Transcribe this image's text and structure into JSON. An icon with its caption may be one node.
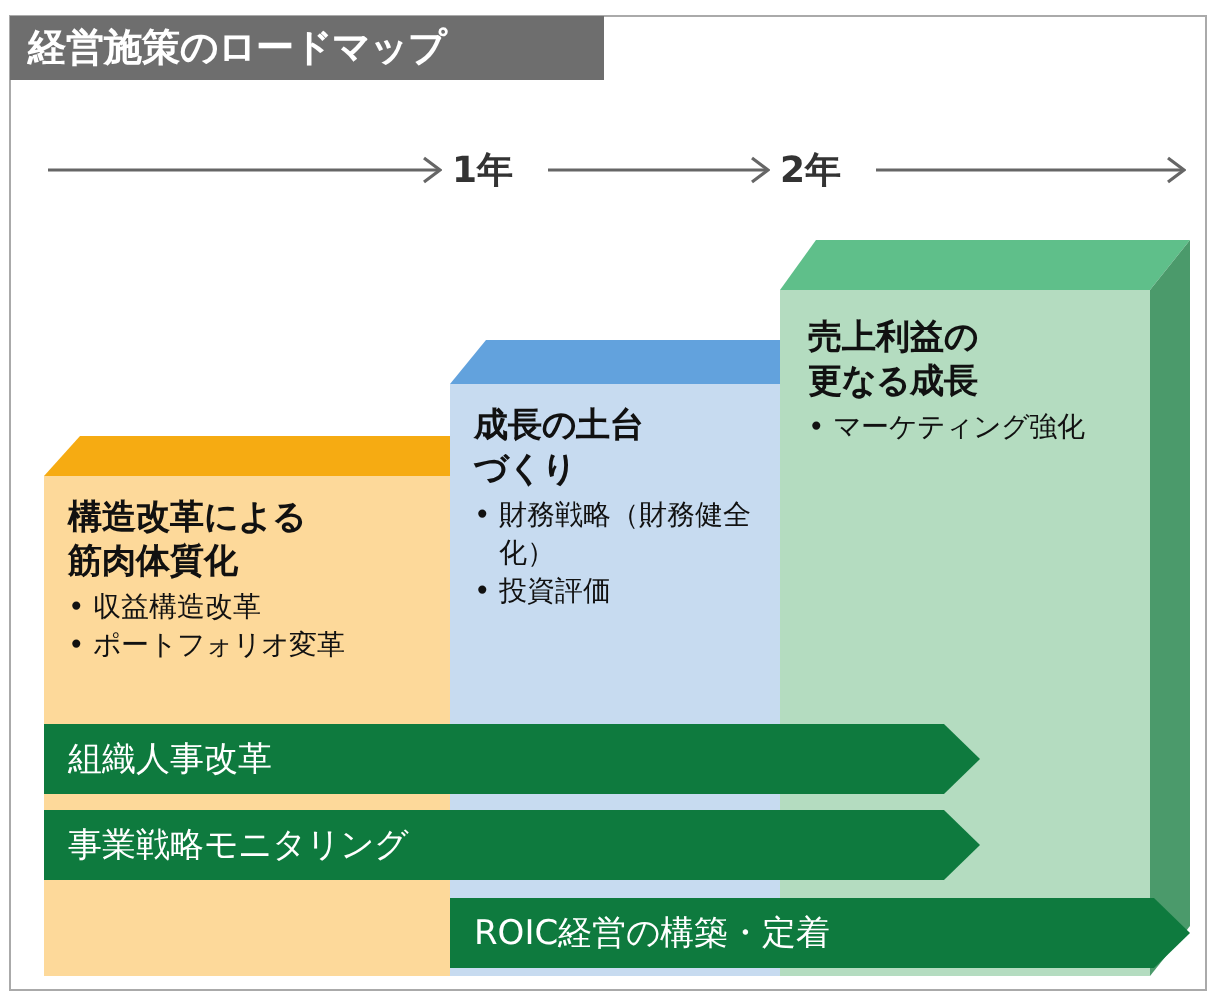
{
  "diagram": {
    "title": "経営施策のロードマップ",
    "nodes": [
      {
        "text": [
          "構造改革による筋肉体質化",
          "• 収益構造改革",
          "• ポートフォリオ変革"
        ]
      },
      {
        "text": [
          "成長の土台づくり",
          "• 財務戦略（財務健全化）",
          "• 投資評価"
        ]
      },
      {
        "text": [
          "売上利益の更なる成長",
          "• マーケティング強化"
        ]
      },
      {
        "text": [
          "組織人事改革"
        ]
      },
      {
        "text": [
          "事業戦略モニタリング"
        ]
      },
      {
        "text": [
          "ROIC経営の構築・定着"
        ]
      },
      {
        "text": [
          "1年"
        ]
      },
      {
        "text": [
          "2年"
        ]
      }
    ],
    "edges": [
      {
        "from": null,
        "to": 6,
        "arrow": "to"
      },
      {
        "from": 6,
        "to": 7,
        "arrow": "to"
      },
      {
        "from": 7,
        "to": null,
        "arrow": "to"
      }
    ]
  }
}
